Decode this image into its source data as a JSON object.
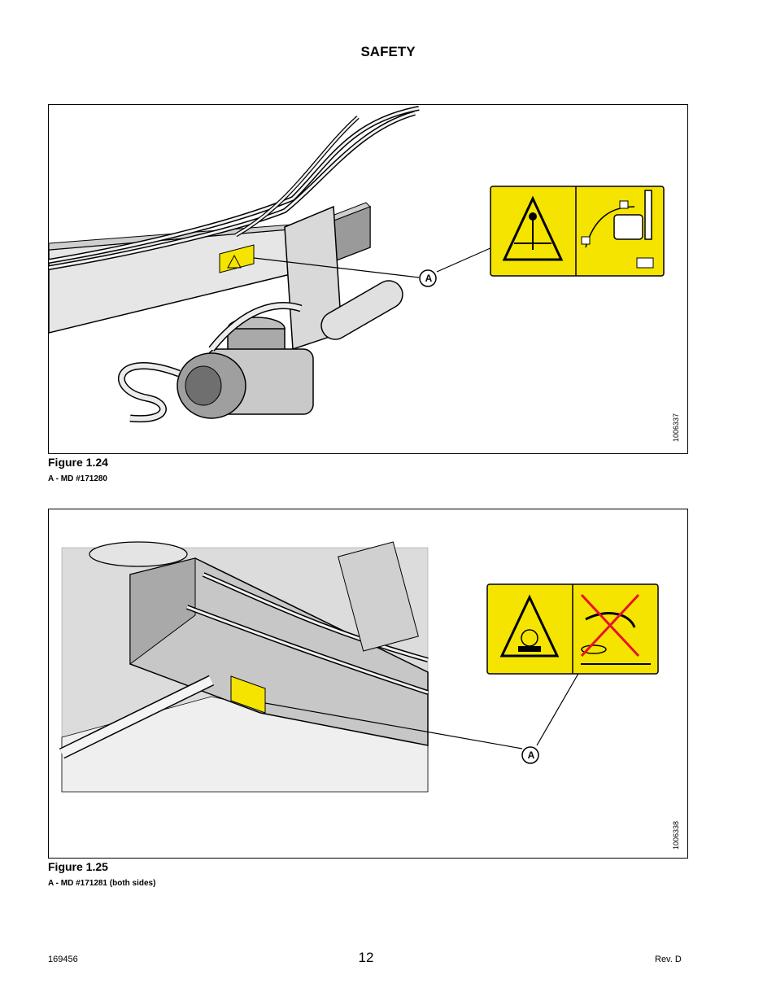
{
  "header": {
    "section_title": "SAFETY"
  },
  "figure_1": {
    "callout": "A",
    "image_ref": "1006337",
    "caption": "Figure 1.24",
    "legend": "A - MD #171280"
  },
  "figure_2": {
    "callout": "A",
    "image_ref": "1006338",
    "caption": "Figure 1.25",
    "legend": "A - MD #171281 (both sides)"
  },
  "footer": {
    "doc_number": "169456",
    "page_number": "12",
    "revision": "Rev. D"
  },
  "colors": {
    "decal_yellow": "#f5e400",
    "line_black": "#000000",
    "drawing_gray": "#bdbdbd"
  }
}
